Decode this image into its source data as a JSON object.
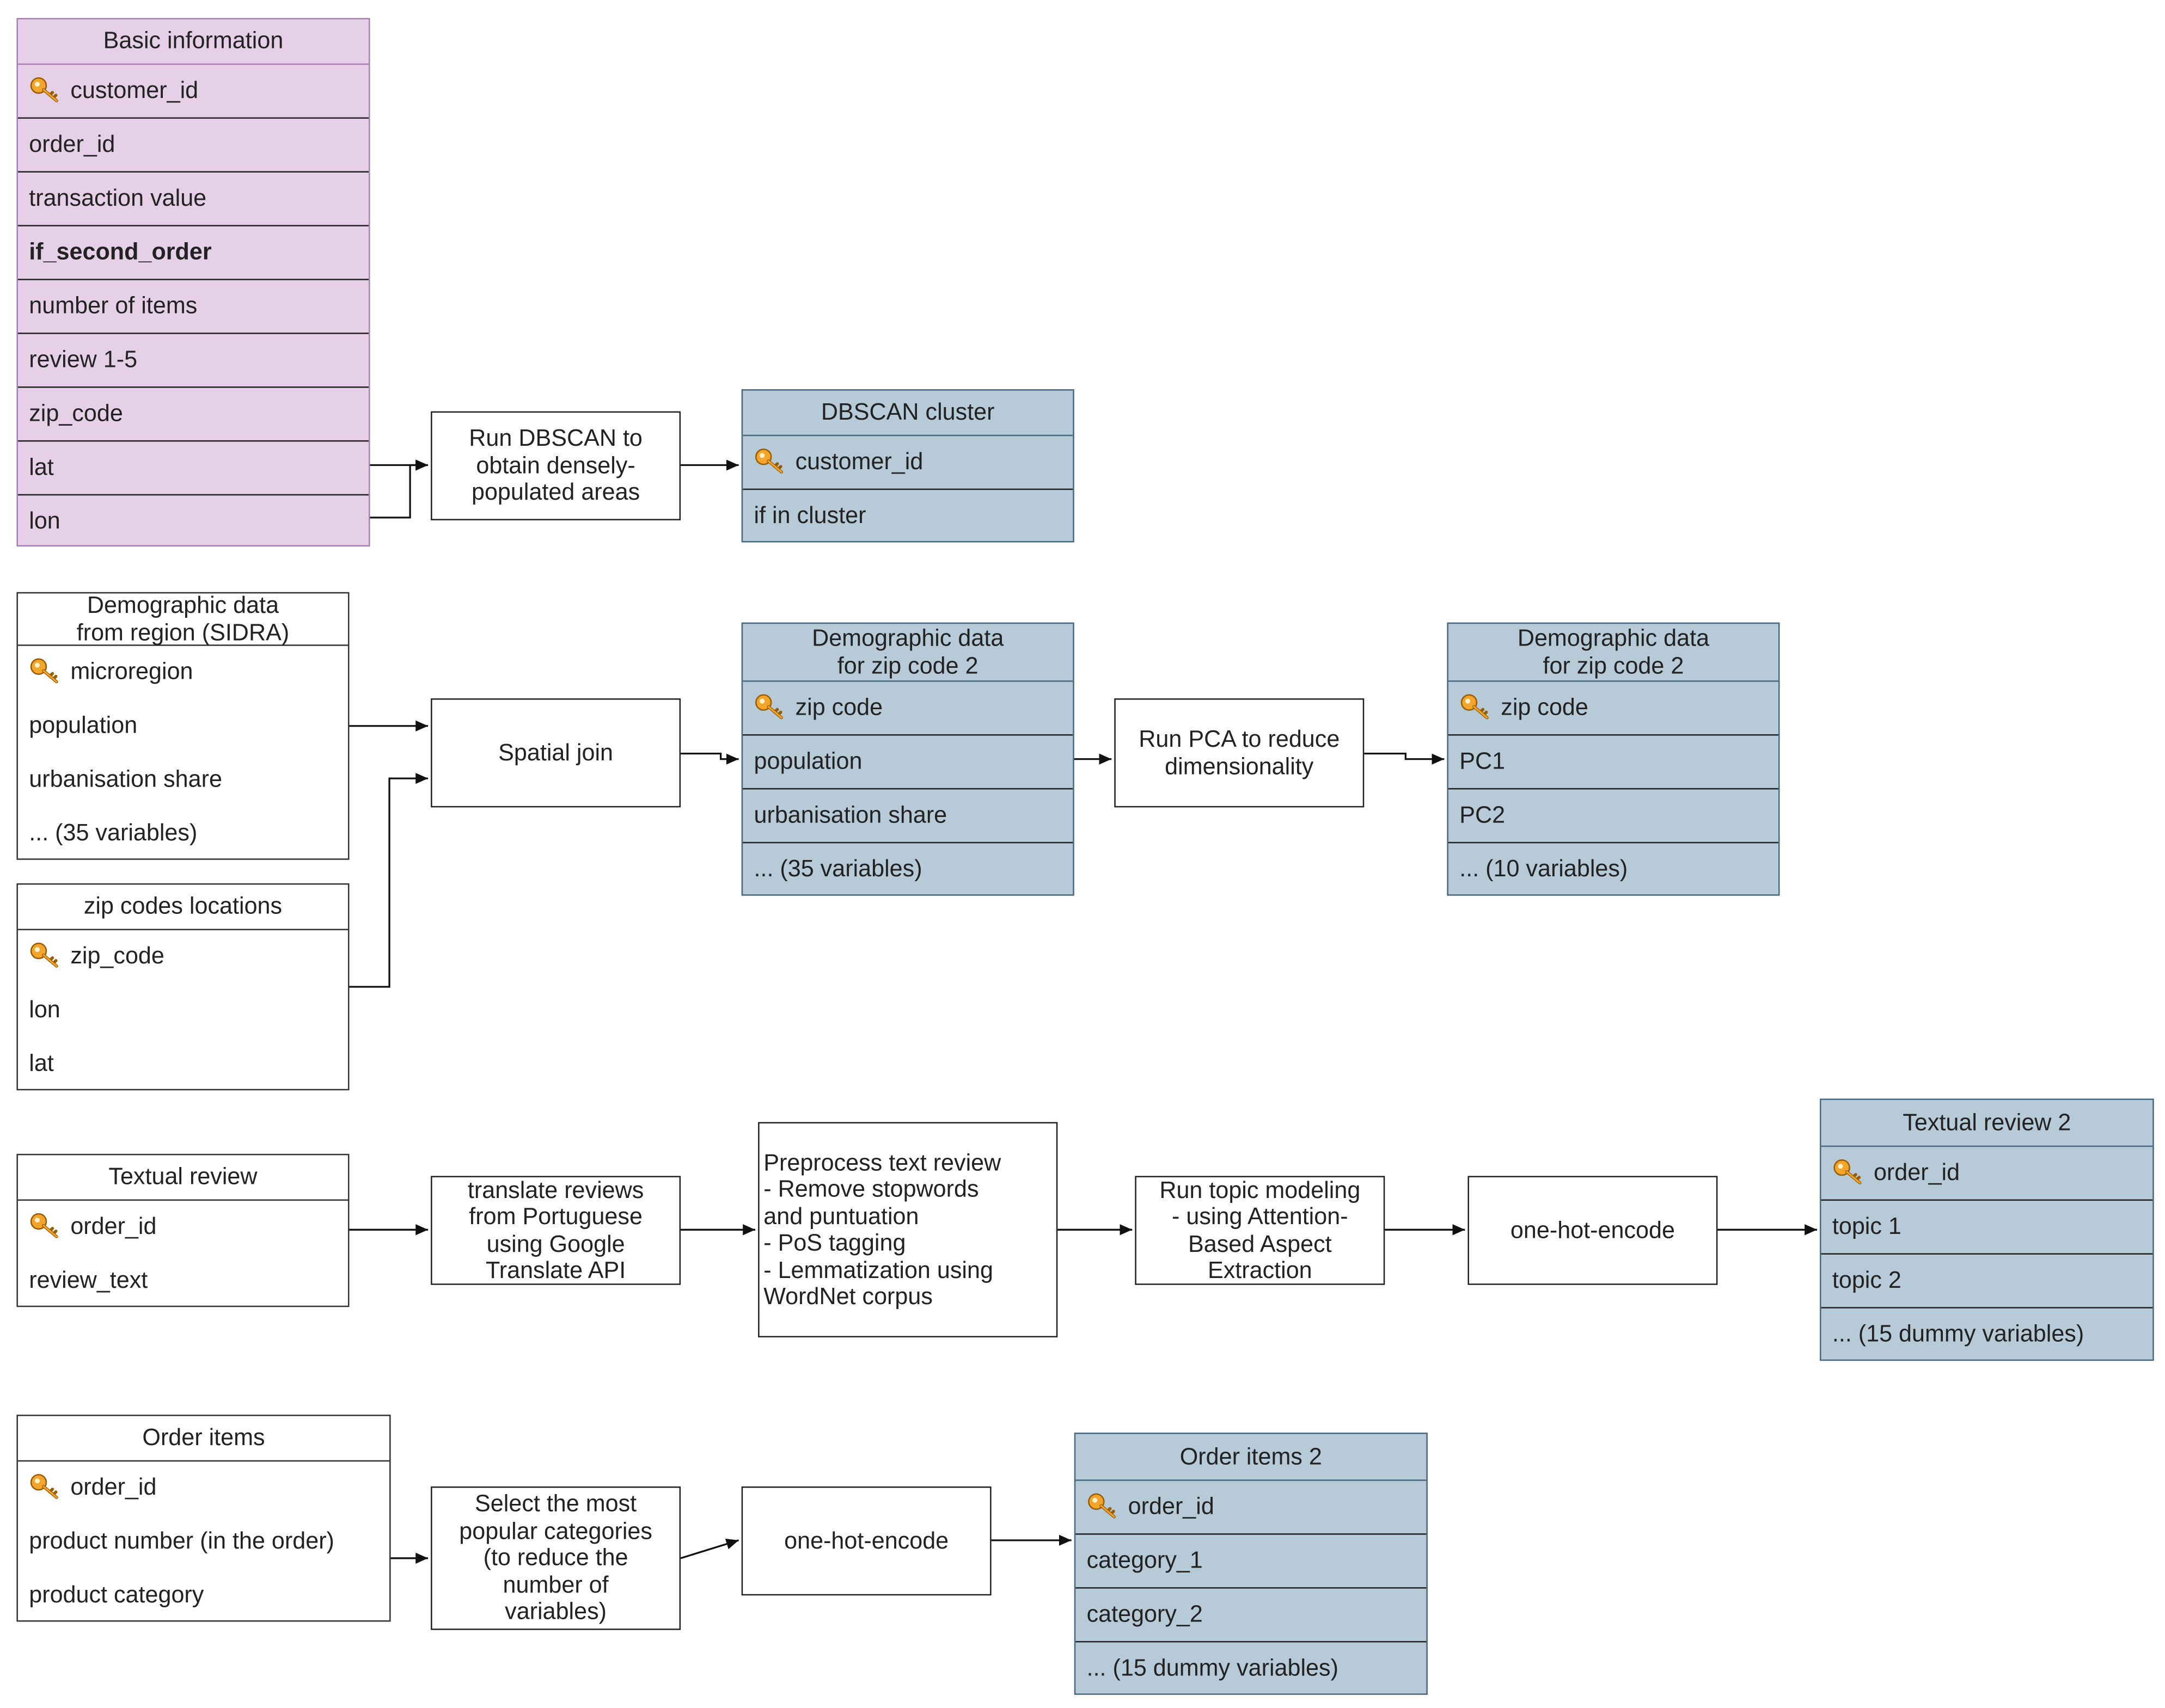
{
  "basic": {
    "title": "Basic information",
    "rows": [
      "customer_id",
      "order_id",
      "transaction value",
      "if_second_order",
      "number of items",
      "review 1-5",
      "zip_code",
      "lat",
      "lon"
    ]
  },
  "dbscan_step": "Run DBSCAN to\nobtain densely-\npopulated areas",
  "dbscan_cluster": {
    "title": "DBSCAN cluster",
    "rows": [
      "customer_id",
      "if in cluster"
    ]
  },
  "demo_region": {
    "title": "Demographic data\nfrom region (SIDRA)",
    "rows": [
      "microregion",
      "population",
      "urbanisation share",
      "... (35 variables)"
    ]
  },
  "zip_locations": {
    "title": "zip codes locations",
    "rows": [
      "zip_code",
      "lon",
      "lat"
    ]
  },
  "spatial_join": "Spatial join",
  "demo_zip": {
    "title": "Demographic data\nfor zip code 2",
    "rows": [
      "zip code",
      "population",
      "urbanisation share",
      "... (35 variables)"
    ]
  },
  "pca_step": "Run PCA to reduce\ndimensionality",
  "demo_zip_pca": {
    "title": "Demographic data\nfor zip code 2",
    "rows": [
      "zip code",
      "PC1",
      "PC2",
      "... (10 variables)"
    ]
  },
  "textual_review": {
    "title": "Textual review",
    "rows": [
      "order_id",
      "review_text"
    ]
  },
  "translate_step": "translate reviews\nfrom Portuguese\nusing Google\nTranslate API",
  "preprocess_step": "Preprocess text review\n- Remove stopwords\n  and puntuation\n- PoS tagging\n- Lemmatization using\n  WordNet corpus",
  "topic_step": "Run topic modeling\n- using Attention-\nBased Aspect\nExtraction",
  "onehot_1": "one-hot-encode",
  "textual_review2": {
    "title": "Textual review 2",
    "rows": [
      "order_id",
      "topic 1",
      "topic 2",
      "... (15 dummy variables)"
    ]
  },
  "order_items": {
    "title": "Order items",
    "rows": [
      "order_id",
      "product number (in the order)",
      "product category"
    ]
  },
  "select_step": "Select the most\npopular categories\n(to reduce the\nnumber of\nvariables)",
  "onehot_2": "one-hot-encode",
  "order_items2": {
    "title": "Order items 2",
    "rows": [
      "order_id",
      "category_1",
      "category_2",
      "... (15 dummy variables)"
    ]
  },
  "colors": {
    "pink_fill": "#e6d0e7",
    "pink_border": "#a77fb4",
    "blue_fill": "#b7cad7",
    "blue_border": "#4a6a80",
    "key_icon": "#f2a52a"
  }
}
